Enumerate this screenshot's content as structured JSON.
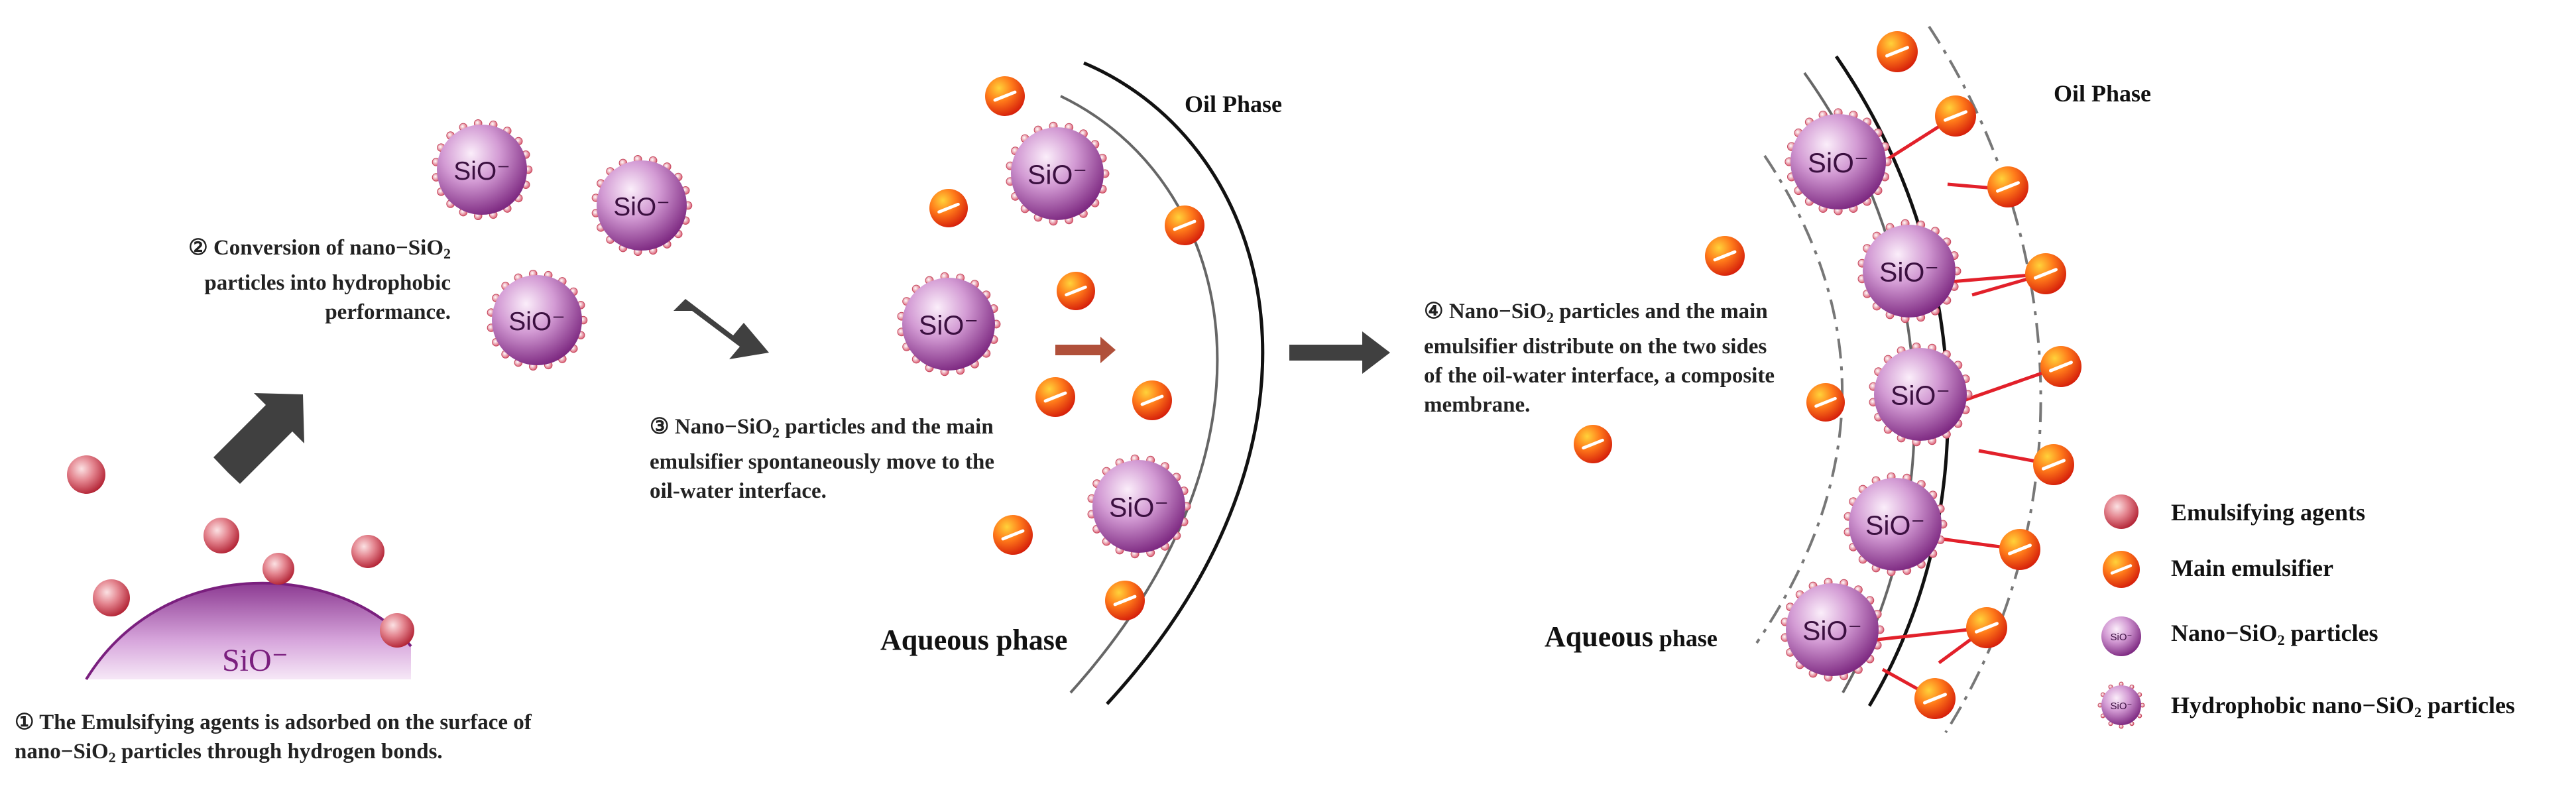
{
  "particle_label": "SiO⁻",
  "small_particle_label": "SiO⁻",
  "step1": {
    "num": "①",
    "text_a": "The Emulsifying agents is adsorbed on the surface of",
    "text_b_pre": "nano−SiO",
    "sub": "2",
    "text_b_post": " particles through hydrogen bonds."
  },
  "step2": {
    "num": "②",
    "line1_pre": "Conversion of nano−SiO",
    "sub": "2",
    "line2": "particles into hydrophobic",
    "line3": "performance."
  },
  "step3": {
    "num": "③",
    "line1_pre": "Nano−SiO",
    "sub": "2",
    "line1_post": " particles and the main",
    "line2": "emulsifier spontaneously move to the",
    "line3": "oil-water interface."
  },
  "step4": {
    "num": "④",
    "line1_pre": "Nano−SiO",
    "sub": "2",
    "line1_post": " particles and the main",
    "line2": "emulsifier distribute on the two sides",
    "line3": "of the oil-water interface, a composite",
    "line4": "membrane."
  },
  "panel3": {
    "oil": "Oil Phase",
    "aqueous": "Aqueous phase"
  },
  "panel4": {
    "oil": "Oil Phase",
    "aqueous_big": "Aqueous",
    "aqueous_small": " phase"
  },
  "legend": [
    {
      "kind": "emulsifying-agent",
      "label": "Emulsifying agents"
    },
    {
      "kind": "main-emulsifier",
      "label": "Main emulsifier"
    },
    {
      "kind": "nano-sio2",
      "label_pre": "Nano−SiO",
      "sub": "2",
      "label_post": " particles"
    },
    {
      "kind": "hydrophobic-sio2",
      "label_pre": "Hydrophobic nano−SiO",
      "sub": "2",
      "label_post": " particles"
    }
  ],
  "colors": {
    "particle_light": "#f2d4f0",
    "particle_dark": "#8a2f8c",
    "emulsifying_agent": "#c8303e",
    "main_emulsifier": "#e53a10",
    "arrow": "#404040",
    "arrow_red": "#b0503a"
  }
}
